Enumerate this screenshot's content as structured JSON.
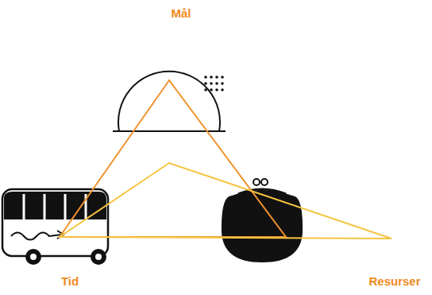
{
  "diagram": {
    "labels": [
      "Mål",
      "Tid",
      "Resurser"
    ]
  }
}
